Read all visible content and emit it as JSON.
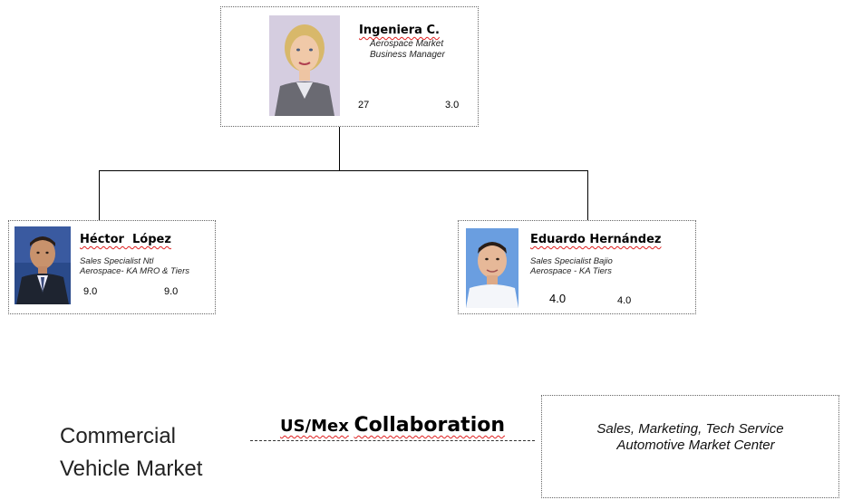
{
  "top": {
    "name": "Ingeniera C.",
    "title_line1": "Aerospace Market",
    "title_line2": "Business Manager",
    "num_left": "27",
    "num_right": "3.0"
  },
  "left": {
    "name": "Héctor  López",
    "title_line1": "Sales Specialist Ntl",
    "title_line2": "Aerospace- KA MRO & Tiers",
    "num_left": "9.0",
    "num_right": "9.0"
  },
  "right": {
    "name": "Eduardo Hernández",
    "title_line1": "Sales Specialist Bajio",
    "title_line2": "Aerospace - KA Tiers",
    "num_left": "4.0",
    "num_right": "4.0"
  },
  "commercial_vehicle": {
    "line1": "Commercial",
    "line2": "Vehicle Market"
  },
  "collaboration": {
    "prefix": "US/Mex",
    "main": "Collaboration"
  },
  "side_box": {
    "line1": "Sales, Marketing, Tech Service",
    "line2": "Automotive  Market Center"
  }
}
